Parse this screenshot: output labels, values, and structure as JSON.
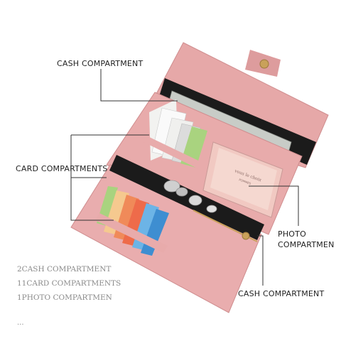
{
  "callouts": {
    "cash_top": "CASH COMPARTMENT",
    "card": "CARD COMPARTMENTS",
    "photo_line1": "PHOTO",
    "photo_line2": "COMPARTMEN",
    "cash_bottom": "CASH COMPARTMENT"
  },
  "photo_card_text": {
    "line1": "vous le choix",
    "line2": "POMMES"
  },
  "specs": [
    "2CASH COMPARTMENT",
    "11CARD COMPARTMENTS",
    "1PHOTO COMPARTMEN"
  ],
  "ellipsis": "...",
  "colors": {
    "leather": "#e7a9a9",
    "leather_dark": "#d58f90",
    "lining": "#1a1a1a",
    "clasp": "#c9a15a"
  }
}
